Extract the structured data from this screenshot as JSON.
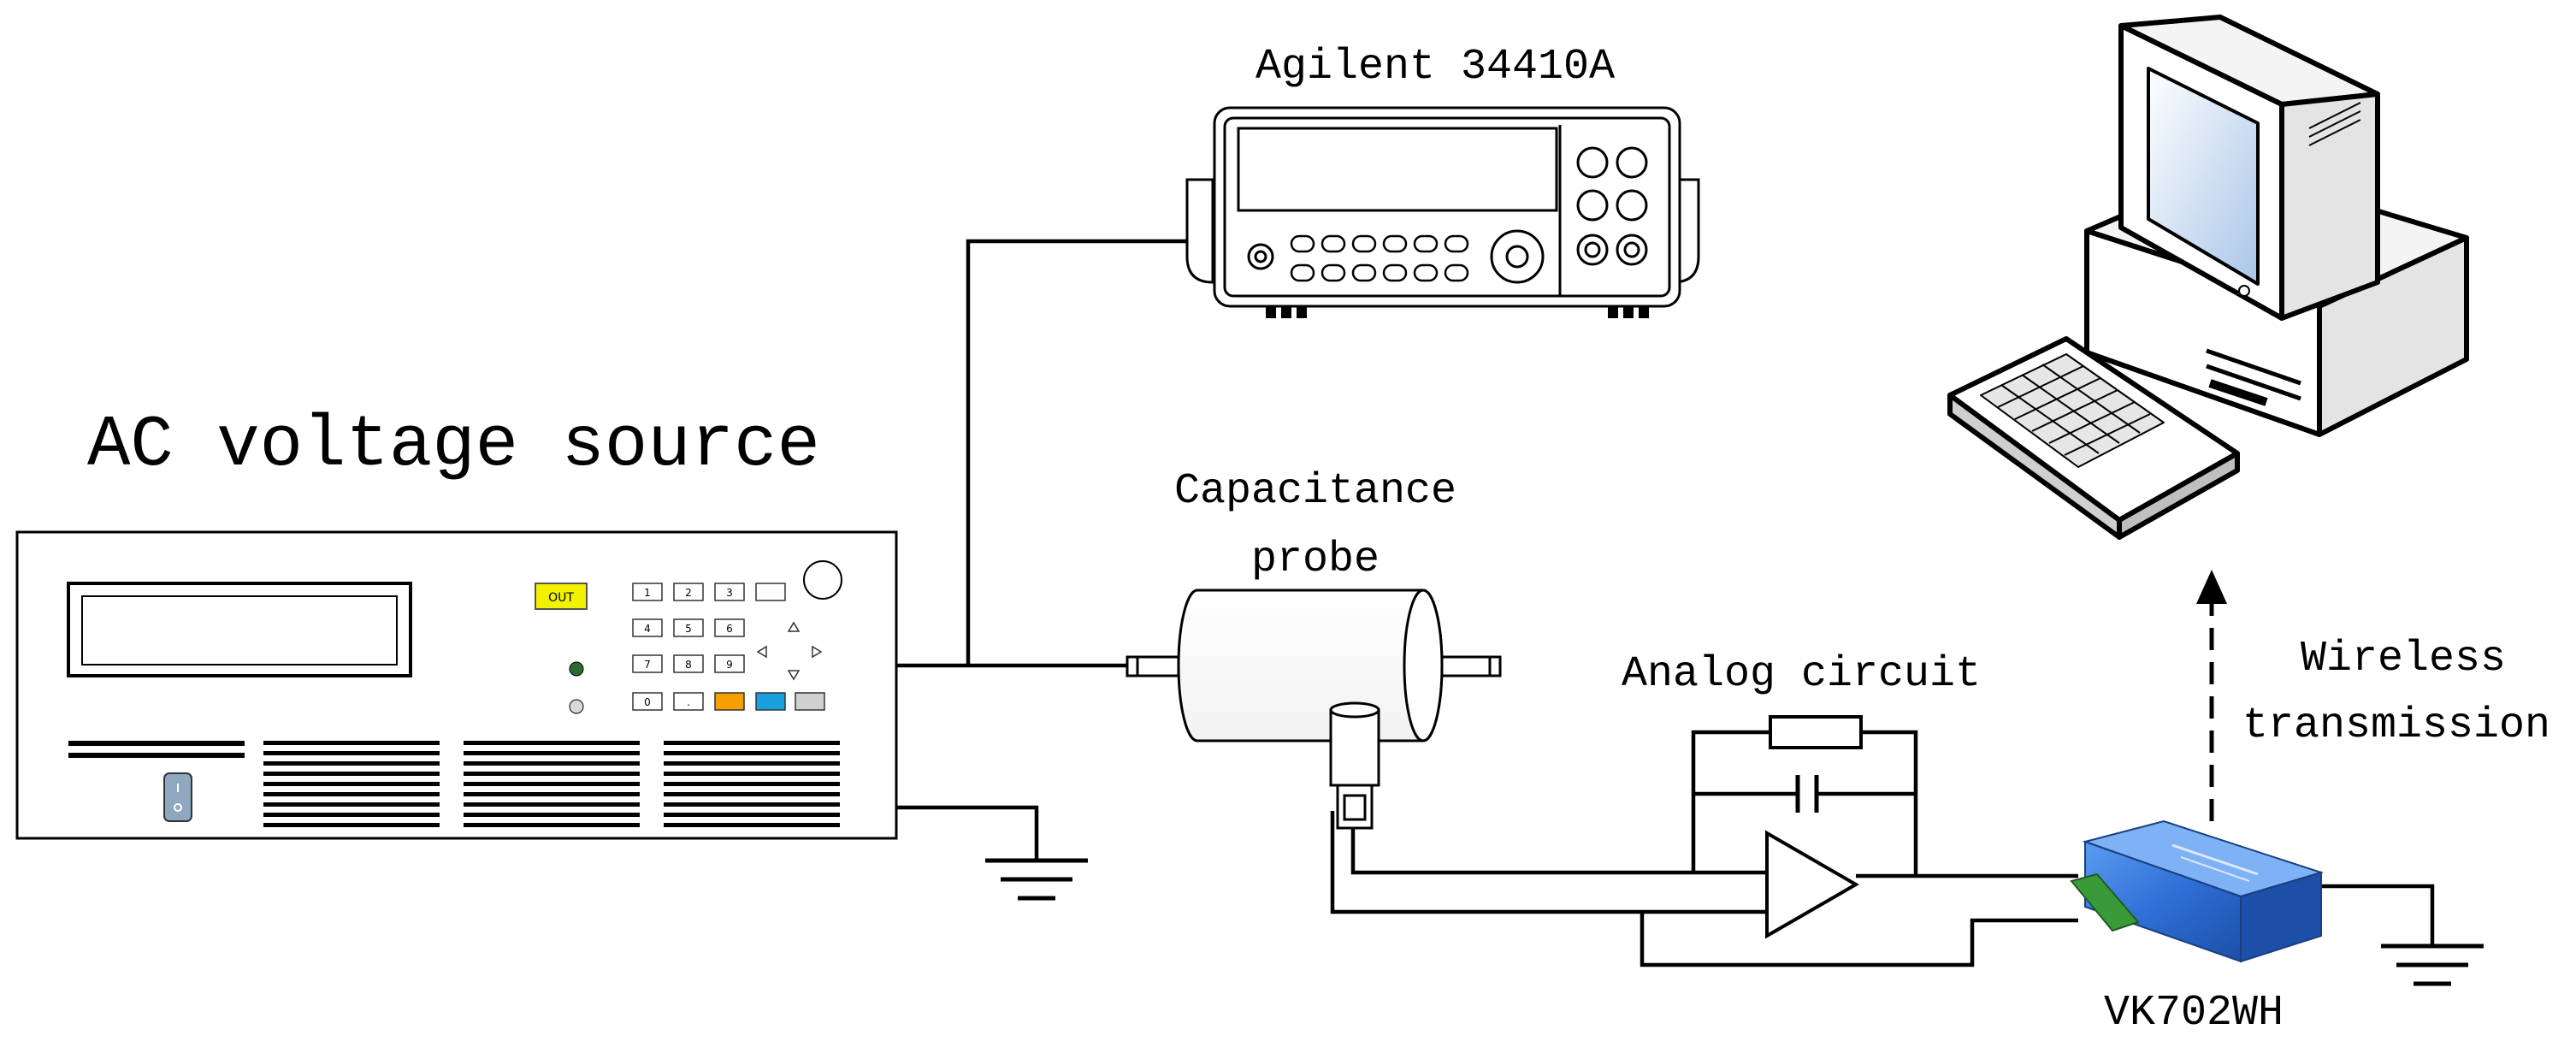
{
  "labels": {
    "ac_source": "AC voltage source",
    "multimeter": "Agilent 34410A",
    "probe_line1": "Capacitance",
    "probe_line2": "probe",
    "analog": "Analog circuit",
    "wireless_line1": "Wireless",
    "wireless_line2": "transmission",
    "daq": "VK702WH"
  },
  "panel_text": {
    "out_button": "OUT",
    "keypad": [
      "1",
      "2",
      "3",
      "",
      "4",
      "5",
      "6",
      "7",
      "8",
      "9",
      "0",
      "."
    ]
  },
  "colors": {
    "line": "#000000",
    "out_button": "#f2f200",
    "orange_key": "#f5a000",
    "blue_key": "#1aa0e0",
    "gray_key": "#d0d0d0",
    "daq_body": "#2f6fd6",
    "daq_terminal": "#3a9a3a",
    "monitor_screen": "#c8dcf0",
    "led": "#2e6b2e"
  }
}
